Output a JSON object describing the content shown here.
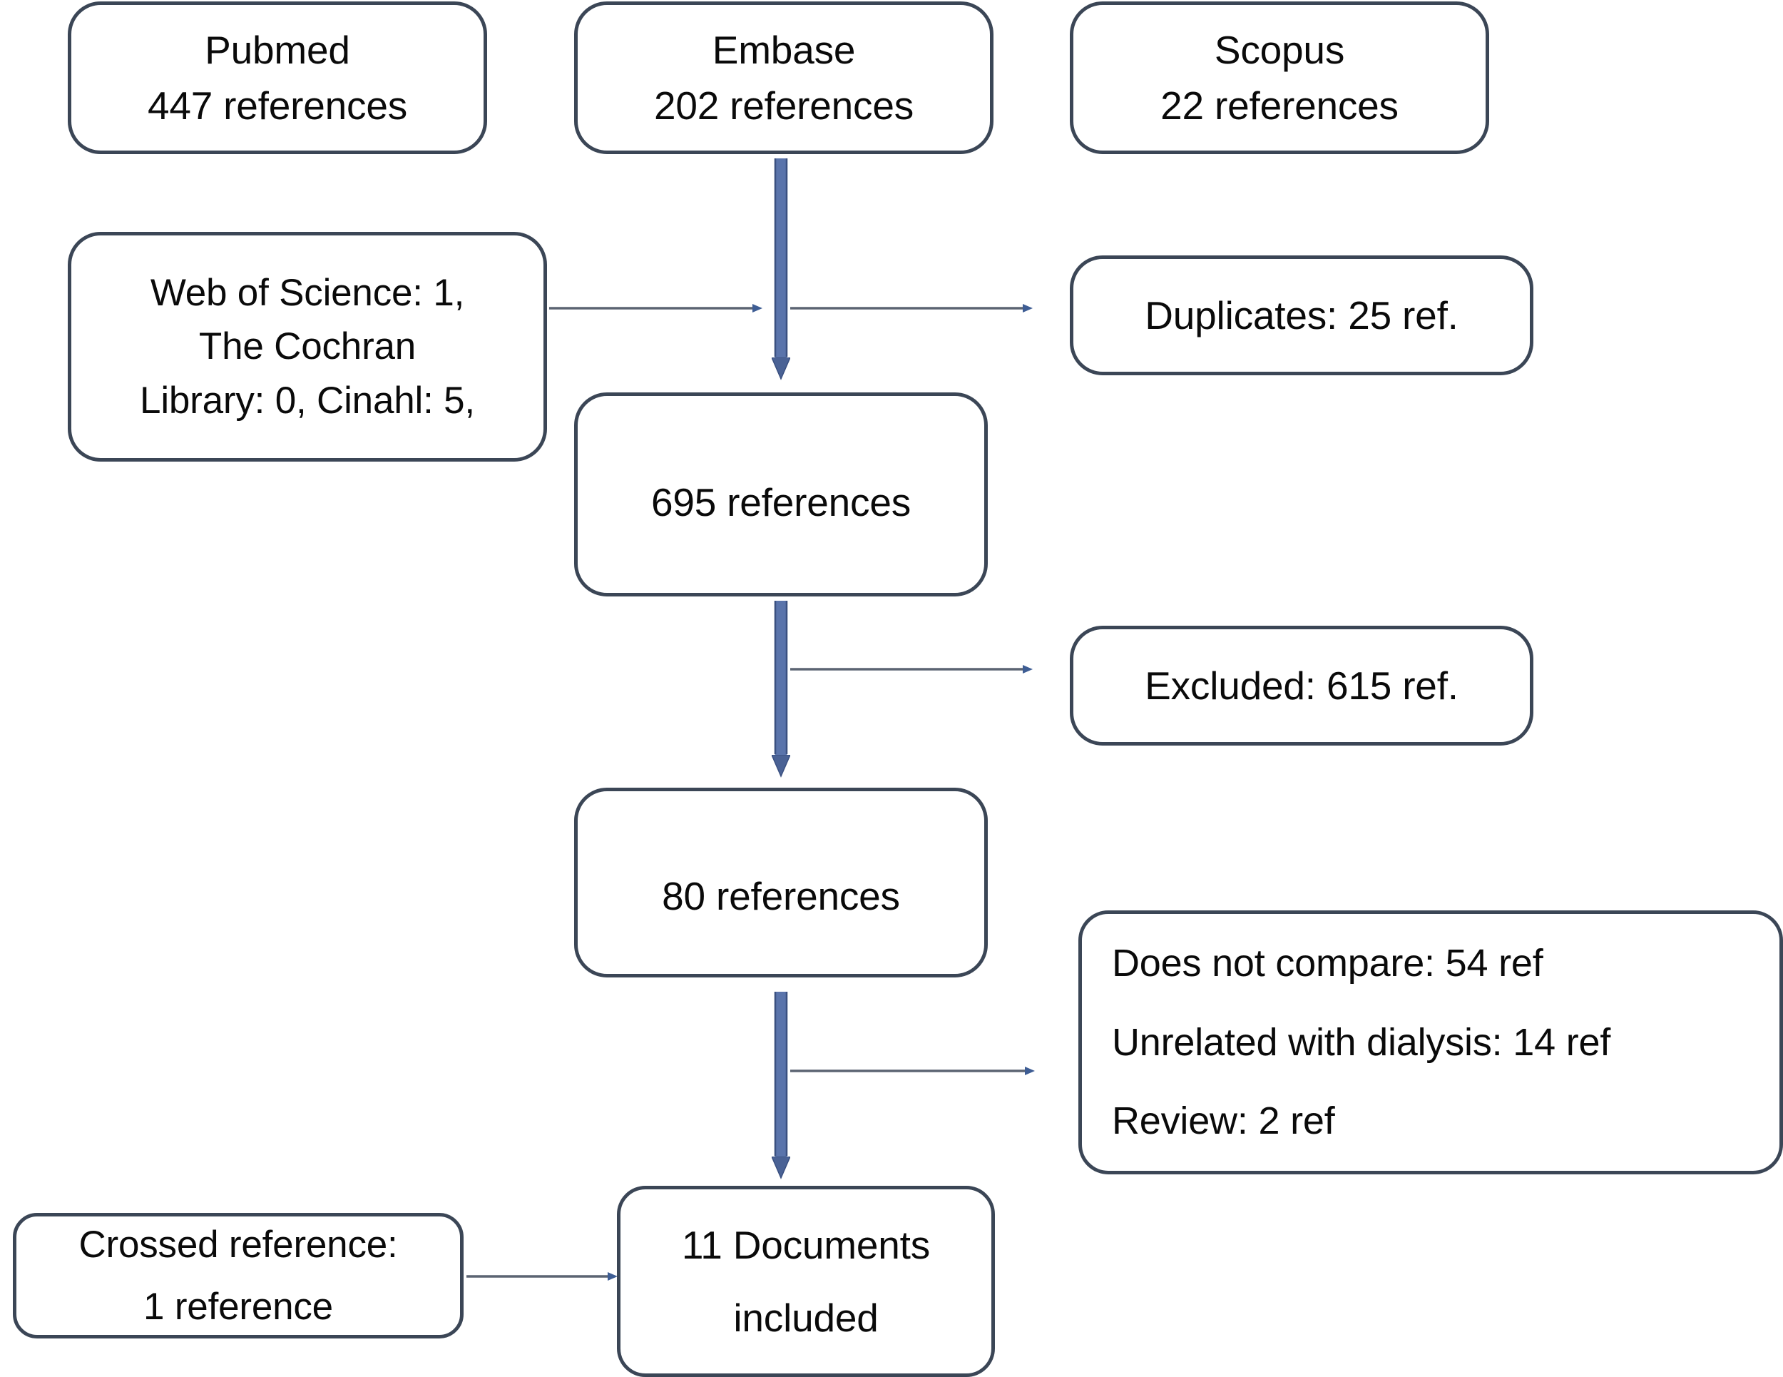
{
  "diagram": {
    "type": "prisma-flow-diagram",
    "title": "",
    "colors": {
      "box_border": "#3b4656",
      "thick_arrow": "#4a6295",
      "thin_arrow": "#5b6472",
      "arrowhead": "#3e5d94",
      "text": "#0a0a0a",
      "background": "#ffffff"
    },
    "nodes": {
      "pubmed": {
        "line1": "Pubmed",
        "line2": "447 references"
      },
      "embase": {
        "line1": "Embase",
        "line2": "202 references"
      },
      "scopus": {
        "line1": "Scopus",
        "line2": "22 references"
      },
      "other_databases": {
        "line1": "Web of Science: 1,",
        "line2": "The Cochran",
        "line3": "Library: 0, Cinahl: 5,"
      },
      "duplicates": {
        "line1": "Duplicates: 25 ref."
      },
      "records_merged": {
        "line1": "695 references"
      },
      "excluded": {
        "line1": "Excluded: 615 ref."
      },
      "records_screened": {
        "line1": "80 references"
      },
      "exclusion_reasons": {
        "line1": "Does not compare: 54 ref",
        "line2": "Unrelated with dialysis: 14 ref",
        "line3": "Review: 2 ref"
      },
      "crossed_reference": {
        "line1": "Crossed reference:",
        "line2": "1 reference"
      },
      "included": {
        "line1": "11 Documents",
        "line2": "included"
      }
    },
    "connectors": [
      {
        "name": "embase-to-merged",
        "style": "thick-vertical"
      },
      {
        "name": "merged-to-screened",
        "style": "thick-vertical"
      },
      {
        "name": "screened-to-included",
        "style": "thick-vertical"
      },
      {
        "name": "otherdbs-to-duplicates",
        "style": "thin-horizontal"
      },
      {
        "name": "merged-to-excluded",
        "style": "thin-horizontal"
      },
      {
        "name": "screened-to-reasons",
        "style": "thin-horizontal"
      },
      {
        "name": "crossed-to-included",
        "style": "thin-horizontal"
      }
    ]
  }
}
